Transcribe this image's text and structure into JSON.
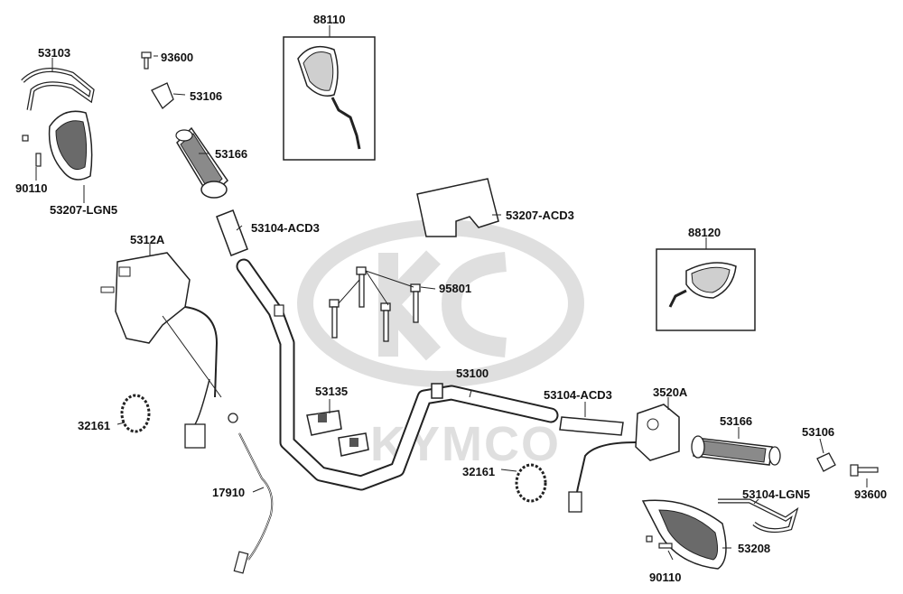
{
  "watermark": {
    "brand": "KYMCO",
    "color": "#d9d9d9"
  },
  "colors": {
    "line": "#222222",
    "part_fill": "#ffffff",
    "part_shade": "#bdbdbd",
    "dark": "#333333"
  },
  "labels": {
    "p53103": "53103",
    "p93600_top": "93600",
    "p53106_top": "53106",
    "p88110": "88110",
    "p53166_top": "53166",
    "p90110_top": "90110",
    "p53207_lgn5": "53207-LGN5",
    "p53104_acd3_top": "53104-ACD3",
    "p53207_acd3": "53207-ACD3",
    "p5312a": "5312A",
    "p88120": "88120",
    "p95801": "95801",
    "p53100": "53100",
    "p53135": "53135",
    "p53104_acd3_right": "53104-ACD3",
    "p3520a": "3520A",
    "p32161_left": "32161",
    "p53166_right": "53166",
    "p53106_right": "53106",
    "p32161_right": "32161",
    "p17910": "17910",
    "p53104_lgn5": "53104-LGN5",
    "p93600_right": "93600",
    "p53208": "53208",
    "p90110_bottom": "90110"
  }
}
